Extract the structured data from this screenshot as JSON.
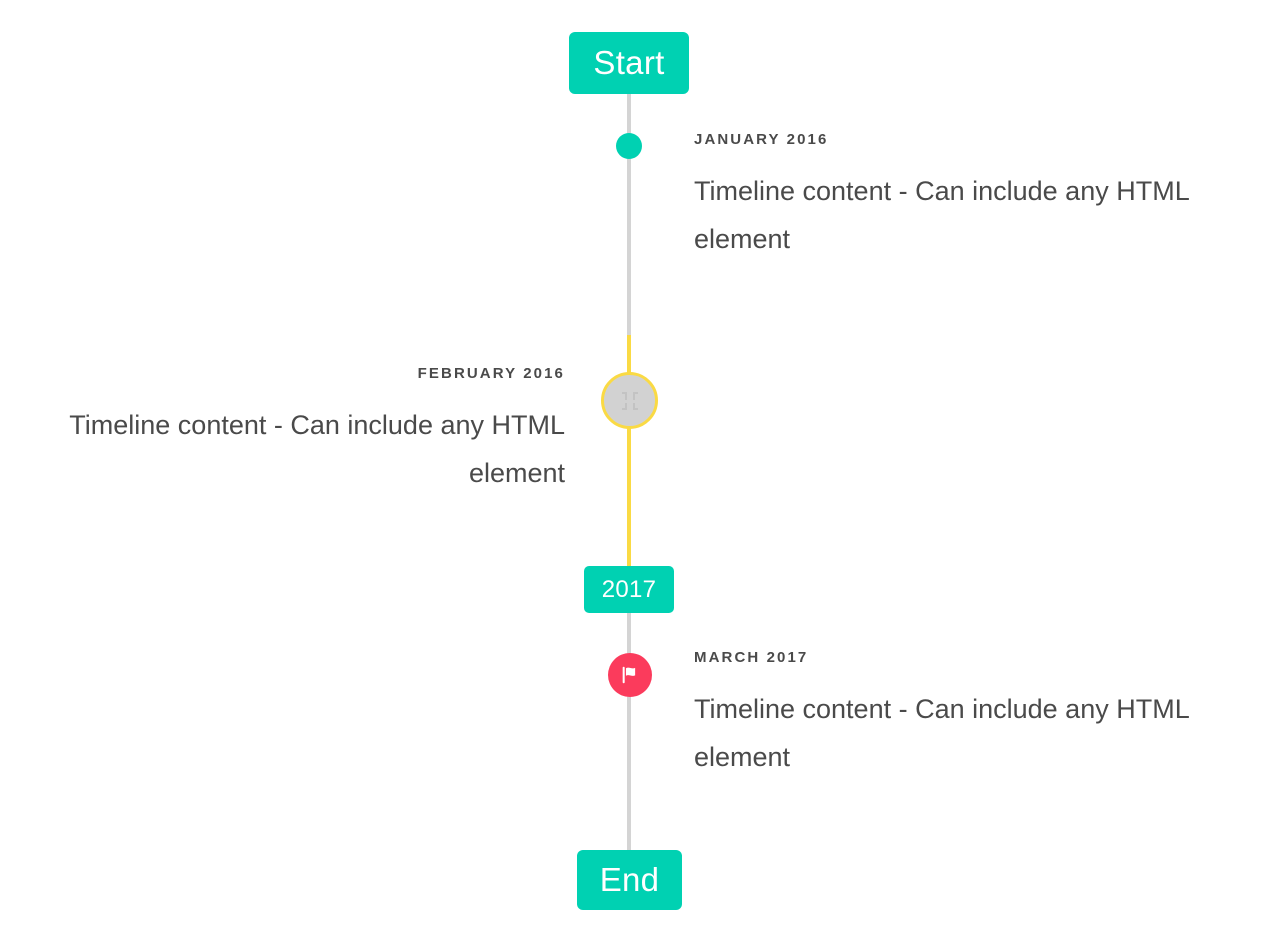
{
  "timeline": {
    "start_label": "Start",
    "end_label": "End",
    "year_divider_label": "2017",
    "colors": {
      "accent_teal": "#00D1B2",
      "rail_gray": "#D4D4D4",
      "rail_yellow": "#FADA44",
      "marker_pink": "#FB3B5C",
      "marker_gray": "#D2D2D2",
      "text": "#4A4A4A"
    },
    "entries": [
      {
        "date": "JANUARY 2016",
        "body": "Timeline content - Can include any HTML element",
        "side": "right",
        "marker": "dot-green-icon"
      },
      {
        "date": "FEBRUARY 2016",
        "body": "Timeline content - Can include any HTML element",
        "side": "left",
        "marker": "broken-image-icon"
      },
      {
        "date": "MARCH 2017",
        "body": "Timeline content - Can include any HTML element",
        "side": "right",
        "marker": "flag-icon"
      }
    ]
  }
}
